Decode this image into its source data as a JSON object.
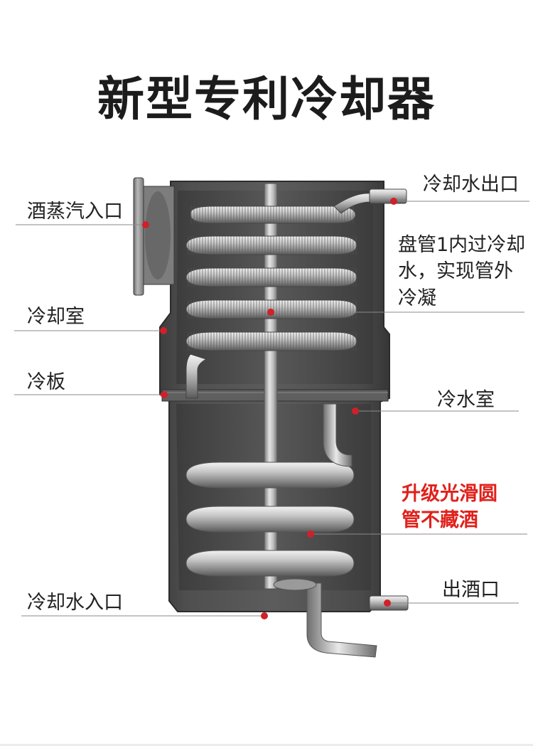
{
  "title": "新型专利冷却器",
  "labels": {
    "vapor_inlet": "酒蒸汽入口",
    "cooling_chamber": "冷却室",
    "cold_plate": "冷板",
    "cooling_water_inlet": "冷却水入口",
    "cooling_water_outlet": "冷却水出口",
    "coil_note": "盘管1内过冷却水，实现管外冷凝",
    "cold_water_chamber": "冷水室",
    "upgrade_note": "升级光滑圆管不藏酒",
    "liquor_outlet": "出酒口"
  },
  "colors": {
    "title": "#1c1c1c",
    "label": "#222222",
    "highlight": "#e0201b",
    "marker_dot": "#d0202a",
    "leader_line": "#8a8a8a"
  }
}
